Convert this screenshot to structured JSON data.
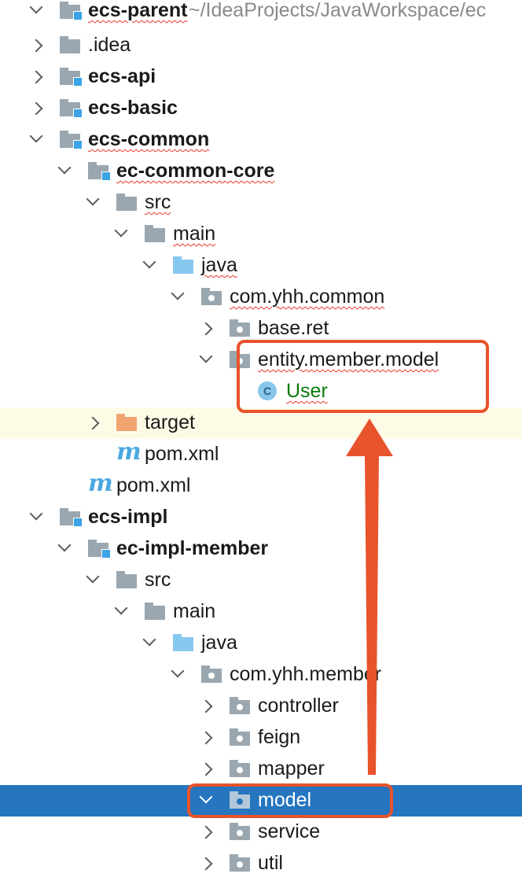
{
  "project": {
    "name": "ecs-parent",
    "path": "~/IdeaProjects/JavaWorkspace/ec"
  },
  "tree": [
    {
      "label": "ecs-parent",
      "level": 1,
      "toggle": "down",
      "icon": "module-folder-icon",
      "bold": true,
      "error_underline": true
    },
    {
      "label": ".idea",
      "level": 1,
      "toggle": "right",
      "icon": "folder-icon"
    },
    {
      "label": "ecs-api",
      "level": 1,
      "toggle": "right",
      "icon": "module-folder-icon",
      "bold": true
    },
    {
      "label": "ecs-basic",
      "level": 1,
      "toggle": "right",
      "icon": "module-folder-icon",
      "bold": true
    },
    {
      "label": "ecs-common",
      "level": 1,
      "toggle": "down",
      "icon": "module-folder-icon",
      "bold": true,
      "error_underline": true
    },
    {
      "label": "ec-common-core",
      "level": 2,
      "toggle": "down",
      "icon": "module-folder-icon",
      "bold": true,
      "error_underline": true
    },
    {
      "label": "src",
      "level": 3,
      "toggle": "down",
      "icon": "folder-icon",
      "error_underline": true
    },
    {
      "label": "main",
      "level": 4,
      "toggle": "down",
      "icon": "folder-icon",
      "error_underline": true
    },
    {
      "label": "java",
      "level": 5,
      "toggle": "down",
      "icon": "source-folder-icon",
      "error_underline": true
    },
    {
      "label": "com.yhh.common",
      "level": 6,
      "toggle": "down",
      "icon": "package-icon",
      "error_underline": true
    },
    {
      "label": "base.ret",
      "level": 7,
      "toggle": "right",
      "icon": "package-icon"
    },
    {
      "label": "entity.member.model",
      "level": 7,
      "toggle": "down",
      "icon": "package-icon",
      "error_underline": true
    },
    {
      "label": "User",
      "level": 8,
      "toggle": "none",
      "icon": "class-icon",
      "class_letter": "C",
      "green": true,
      "error_underline": true
    },
    {
      "label": "target",
      "level": 3,
      "toggle": "right",
      "icon": "excluded-folder-icon",
      "highlight": true
    },
    {
      "label": "pom.xml",
      "level": 3,
      "toggle": "none",
      "icon": "maven-icon",
      "maven_letter": "m"
    },
    {
      "label": "pom.xml",
      "level": 2,
      "toggle": "none",
      "icon": "maven-icon",
      "maven_letter": "m"
    },
    {
      "label": "ecs-impl",
      "level": 1,
      "toggle": "down",
      "icon": "module-folder-icon",
      "bold": true
    },
    {
      "label": "ec-impl-member",
      "level": 2,
      "toggle": "down",
      "icon": "module-folder-icon",
      "bold": true
    },
    {
      "label": "src",
      "level": 3,
      "toggle": "down",
      "icon": "folder-icon"
    },
    {
      "label": "main",
      "level": 4,
      "toggle": "down",
      "icon": "folder-icon"
    },
    {
      "label": "java",
      "level": 5,
      "toggle": "down",
      "icon": "source-folder-icon"
    },
    {
      "label": "com.yhh.member",
      "level": 6,
      "toggle": "down",
      "icon": "package-icon"
    },
    {
      "label": "controller",
      "level": 7,
      "toggle": "right",
      "icon": "package-icon"
    },
    {
      "label": "feign",
      "level": 7,
      "toggle": "right",
      "icon": "package-icon"
    },
    {
      "label": "mapper",
      "level": 7,
      "toggle": "right",
      "icon": "package-icon"
    },
    {
      "label": "model",
      "level": 7,
      "toggle": "down",
      "icon": "package-icon",
      "selected": true
    },
    {
      "label": "service",
      "level": 7,
      "toggle": "right",
      "icon": "package-icon"
    },
    {
      "label": "util",
      "level": 7,
      "toggle": "right",
      "icon": "package-icon"
    }
  ],
  "annotations": {
    "color": "#e8532b",
    "boxes": [
      "entity-package-highlight",
      "model-package-highlight"
    ],
    "arrow": "red-arrow-up"
  },
  "colors": {
    "selection": "#2675bf",
    "highlight_row": "#fdfbe6",
    "error_underline": "#e8352e",
    "class_green": "#0a7a0a"
  }
}
